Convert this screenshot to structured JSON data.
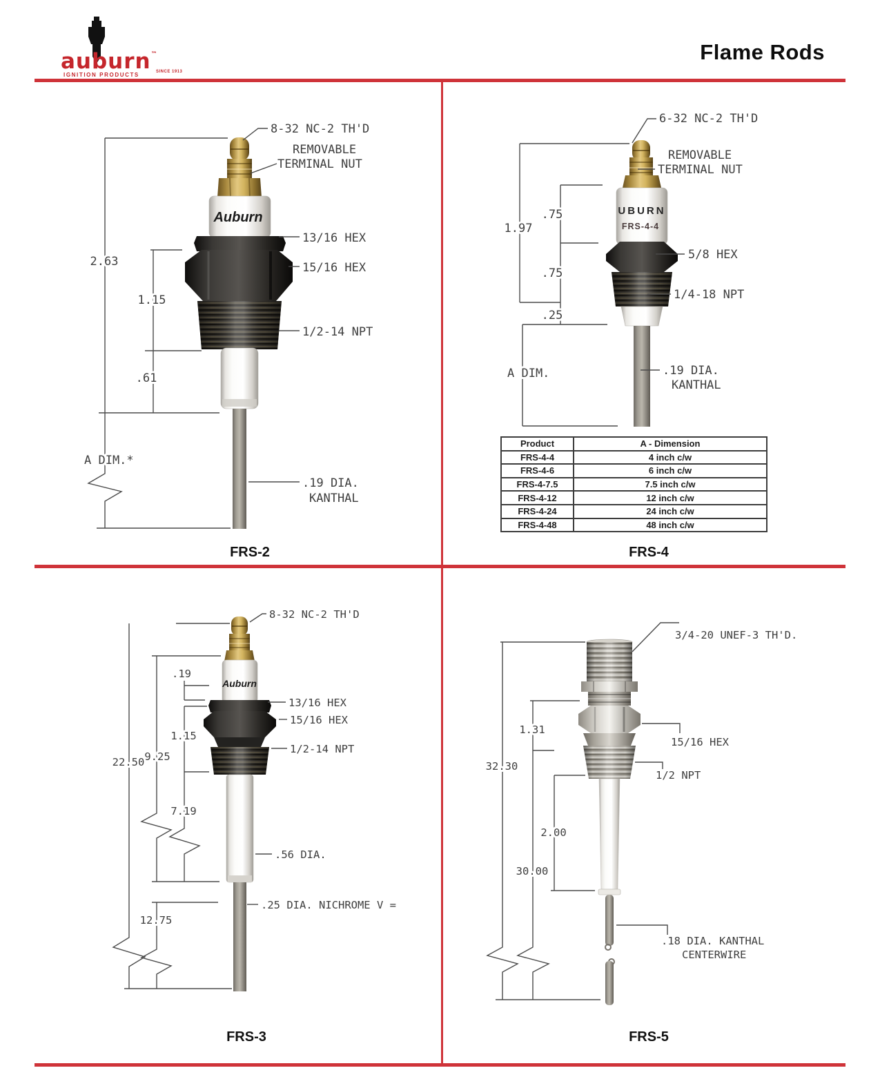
{
  "header": {
    "brand": "auburn",
    "brand_tm": "™",
    "brand_sub": "IGNITION PRODUCTS",
    "brand_since": "SINCE 1913",
    "title": "Flame Rods",
    "accent_color": "#cf3339"
  },
  "frs2": {
    "caption": "FRS-2",
    "body_brand": "Auburn",
    "labels": {
      "thd": "8-32 NC-2 TH'D",
      "removable_1": "REMOVABLE",
      "removable_2": "TERMINAL NUT",
      "hex_small": "13/16 HEX",
      "hex_large": "15/16 HEX",
      "npt": "1/2-14 NPT",
      "rod_dia_1": ".19 DIA.",
      "rod_dia_2": "KANTHAL",
      "a_dim": "A DIM.*",
      "dim_overall": "2.63",
      "dim_mid": "1.15",
      "dim_lower": ".61"
    }
  },
  "frs4": {
    "caption": "FRS-4",
    "body_brand": "UBURN",
    "body_model": "FRS-4-4",
    "labels": {
      "thd": "6-32 NC-2 TH'D",
      "removable_1": "REMOVABLE",
      "removable_2": "TERMINAL NUT",
      "hex": "5/8 HEX",
      "npt": "1/4-18 NPT",
      "rod_dia_1": ".19 DIA.",
      "rod_dia_2": "KANTHAL",
      "a_dim": "A DIM.",
      "dim_overall": "1.97",
      "dim_upper": ".75",
      "dim_mid": ".75",
      "dim_lower": ".25"
    },
    "table": {
      "headers": [
        "Product",
        "A - Dimension"
      ],
      "rows": [
        [
          "FRS-4-4",
          "4 inch c/w"
        ],
        [
          "FRS-4-6",
          "6 inch c/w"
        ],
        [
          "FRS-4-7.5",
          "7.5 inch c/w"
        ],
        [
          "FRS-4-12",
          "12 inch c/w"
        ],
        [
          "FRS-4-24",
          "24 inch c/w"
        ],
        [
          "FRS-4-48",
          "48 inch c/w"
        ]
      ]
    }
  },
  "frs3": {
    "caption": "FRS-3",
    "body_brand": "Auburn",
    "labels": {
      "thd": "8-32 NC-2 TH'D",
      "dim_gap": ".19",
      "hex_small": "13/16 HEX",
      "hex_large": "15/16 HEX",
      "dim_hex": "1.15",
      "npt": "1/2-14 NPT",
      "dim_overall": "22.50",
      "dim_upper": "9.25",
      "dim_ceramic": "7.19",
      "dim_rod": "12.75",
      "ceramic_dia": ".56 DIA.",
      "rod_dia": ".25 DIA. NICHROME  V ="
    }
  },
  "frs5": {
    "caption": "FRS-5",
    "labels": {
      "thd": "3/4-20 UNEF-3 TH'D.",
      "hex": "15/16 HEX",
      "npt": "1/2 NPT",
      "dim_overall": "32.30",
      "dim_hex": "1.31",
      "dim_mid": "2.00",
      "dim_rod": "30.00",
      "wire_1": ".18 DIA. KANTHAL",
      "wire_2": "CENTERWIRE"
    }
  }
}
